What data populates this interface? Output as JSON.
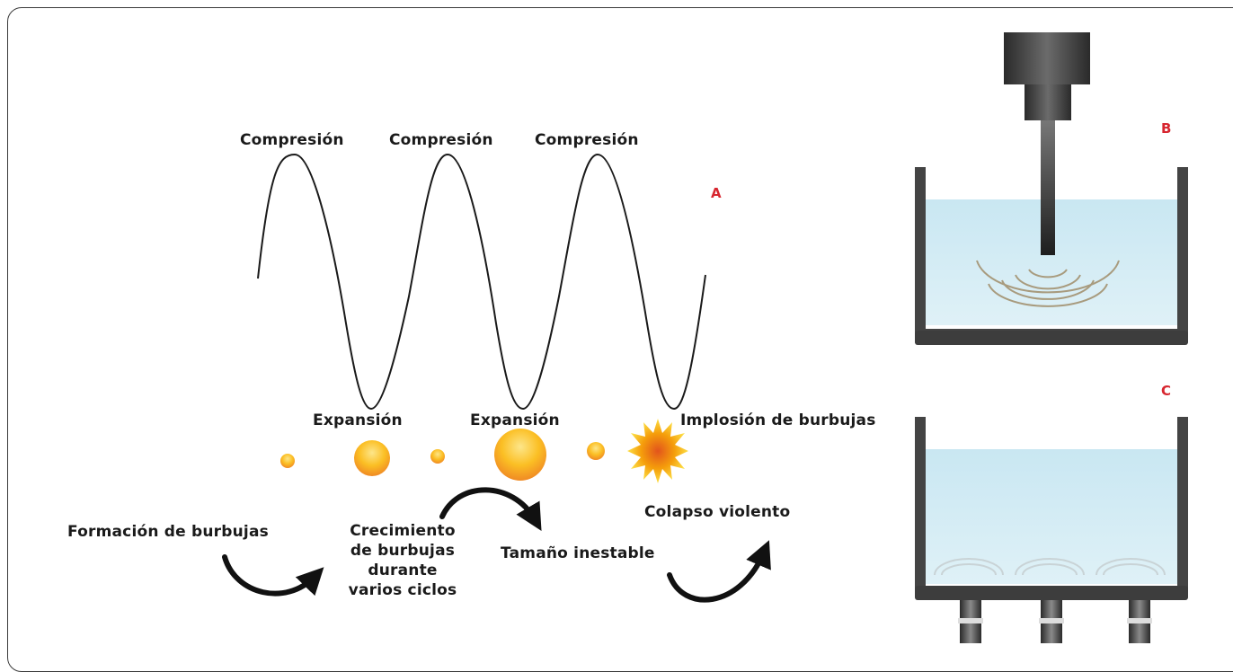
{
  "panels": {
    "a": "A",
    "b": "B",
    "c": "C"
  },
  "wave": {
    "peaks": [
      "Compresión",
      "Compresión",
      "Compresión"
    ],
    "troughs": [
      "Expansión",
      "Expansión"
    ],
    "implosion": "Implosión de burbujas"
  },
  "steps": {
    "formation": "Formación de burbujas",
    "growth": [
      "Crecimiento",
      "de burbujas",
      "durante",
      "varios ciclos"
    ],
    "unstable": "Tamaño inestable",
    "collapse": "Colapso violento"
  },
  "colors": {
    "panel_letter": "#d7262f",
    "bubble_light": "#fde68a",
    "bubble_dark": "#f59e0b",
    "water": "#cfe9f3",
    "tank": "#4a4a4a"
  }
}
